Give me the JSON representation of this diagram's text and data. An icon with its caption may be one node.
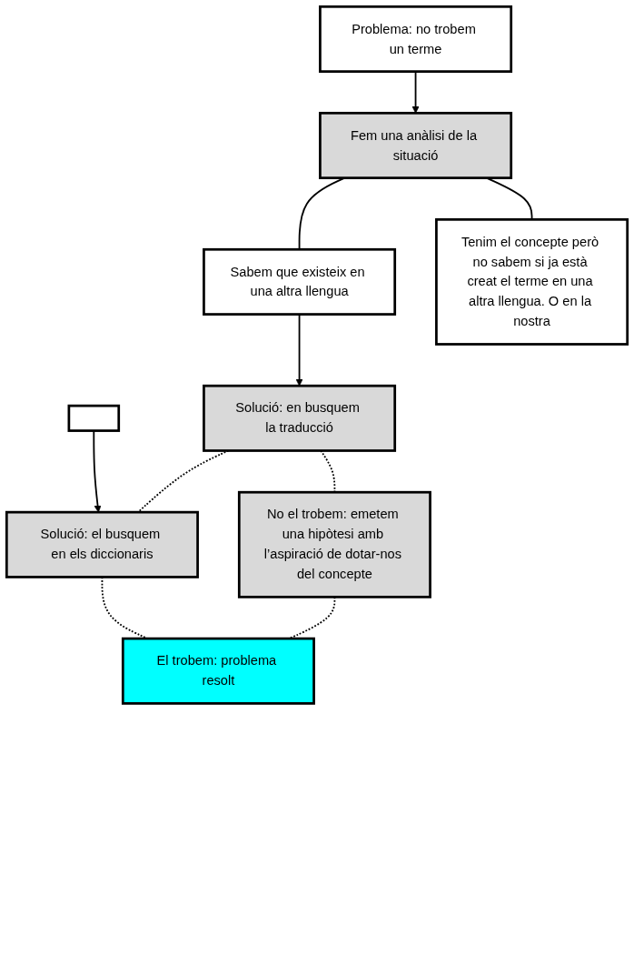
{
  "diagram": {
    "nodes": [
      {
        "text": [
          "Problema: no trobem un terme"
        ]
      },
      {
        "text": [
          "Fem una anàlisi de la situació"
        ]
      },
      {
        "text": [
          "Sabem que existeix en una altra llengua"
        ]
      },
      {
        "text": [
          "Tenim el concepte però no sabem si ja està creat el terme en una altra llengua. O en la nostra"
        ]
      },
      {
        "text": [],
        "shape": "box"
      },
      {
        "text": [
          "Solució: en busquem la traducció"
        ]
      },
      {
        "text": [
          "Solució: el busquem en els diccionaris"
        ]
      },
      {
        "text": [
          "No el trobem: emetem una hipòtesi amb l’aspiració de dotar-nos del concepte"
        ]
      },
      {
        "text": [
          "El trobem: problema resolt"
        ]
      }
    ],
    "edges": [
      {
        "from": 0,
        "to": 1,
        "arrow": "to"
      },
      {
        "from": 1,
        "to": 2,
        "arrow": "none"
      },
      {
        "from": 1,
        "to": 3,
        "arrow": "none"
      },
      {
        "from": 2,
        "to": 5,
        "arrow": "to"
      },
      {
        "from": 4,
        "to": 6,
        "arrow": "to"
      },
      {
        "from": 5,
        "to": 6,
        "arrow": "none",
        "style": "dashed"
      },
      {
        "from": 5,
        "to": 7,
        "arrow": "none",
        "style": "dashed"
      },
      {
        "from": 6,
        "to": 8,
        "arrow": "none",
        "style": "dashed"
      },
      {
        "from": 7,
        "to": 8,
        "arrow": "none",
        "style": "dashed"
      }
    ]
  }
}
